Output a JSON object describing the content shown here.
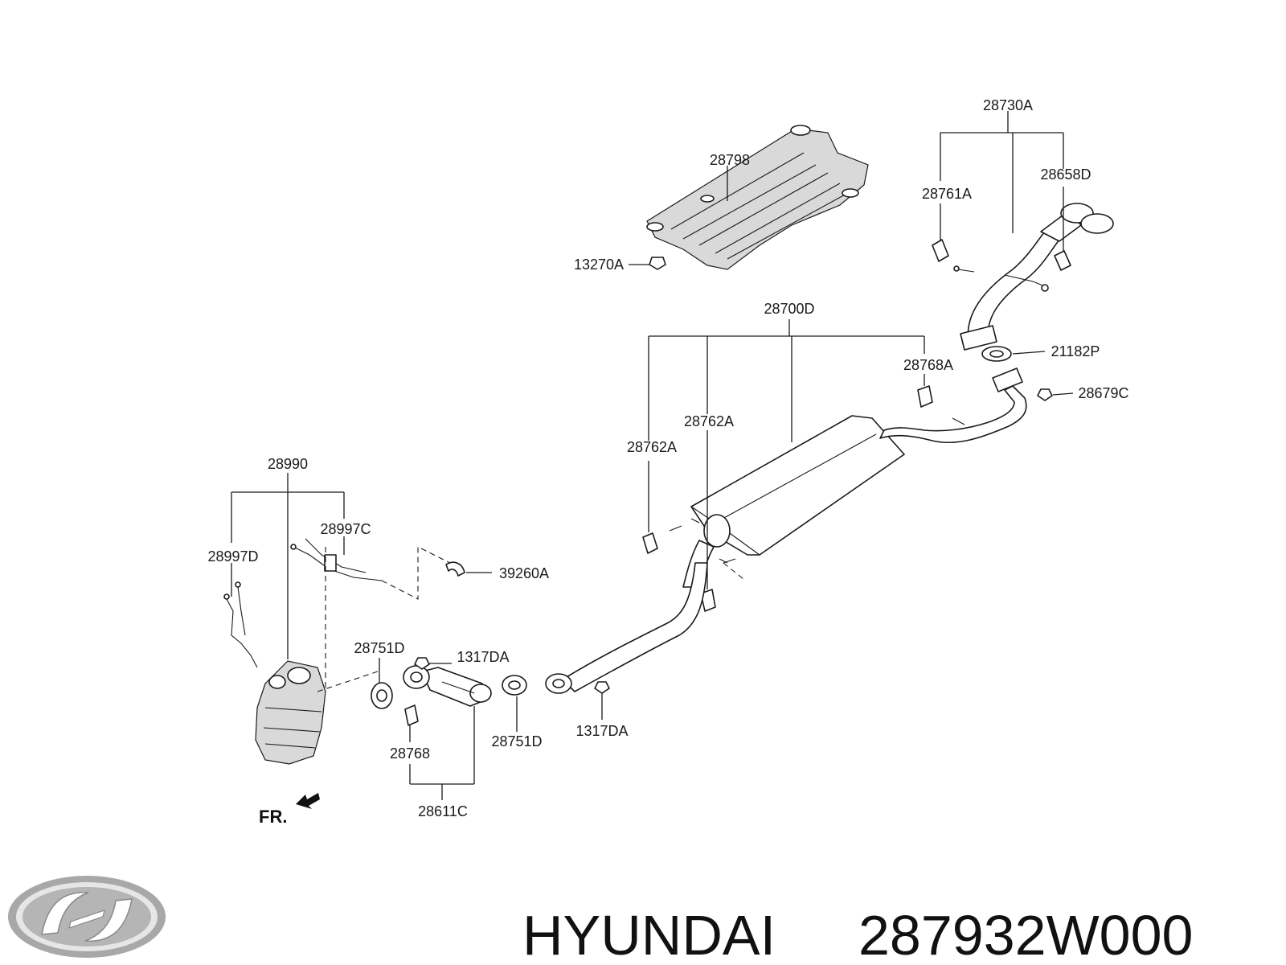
{
  "brand": {
    "name": "HYUNDAI",
    "part_number": "287932W000",
    "logo_icon": "hyundai-logo-icon"
  },
  "direction_marker": "FR.",
  "callouts": {
    "c28730A": "28730A",
    "c28798": "28798",
    "c28658D": "28658D",
    "c28761A": "28761A",
    "c13270A": "13270A",
    "c28700D": "28700D",
    "c21182P": "21182P",
    "c28768A": "28768A",
    "c28679C": "28679C",
    "c28762A_1": "28762A",
    "c28762A_2": "28762A",
    "c28990": "28990",
    "c28997C": "28997C",
    "c28997D": "28997D",
    "c39260A": "39260A",
    "c28751D_1": "28751D",
    "c1317DA_1": "1317DA",
    "c28751D_2": "28751D",
    "c1317DA_2": "1317DA",
    "c28768": "28768",
    "c28611C": "28611C"
  }
}
